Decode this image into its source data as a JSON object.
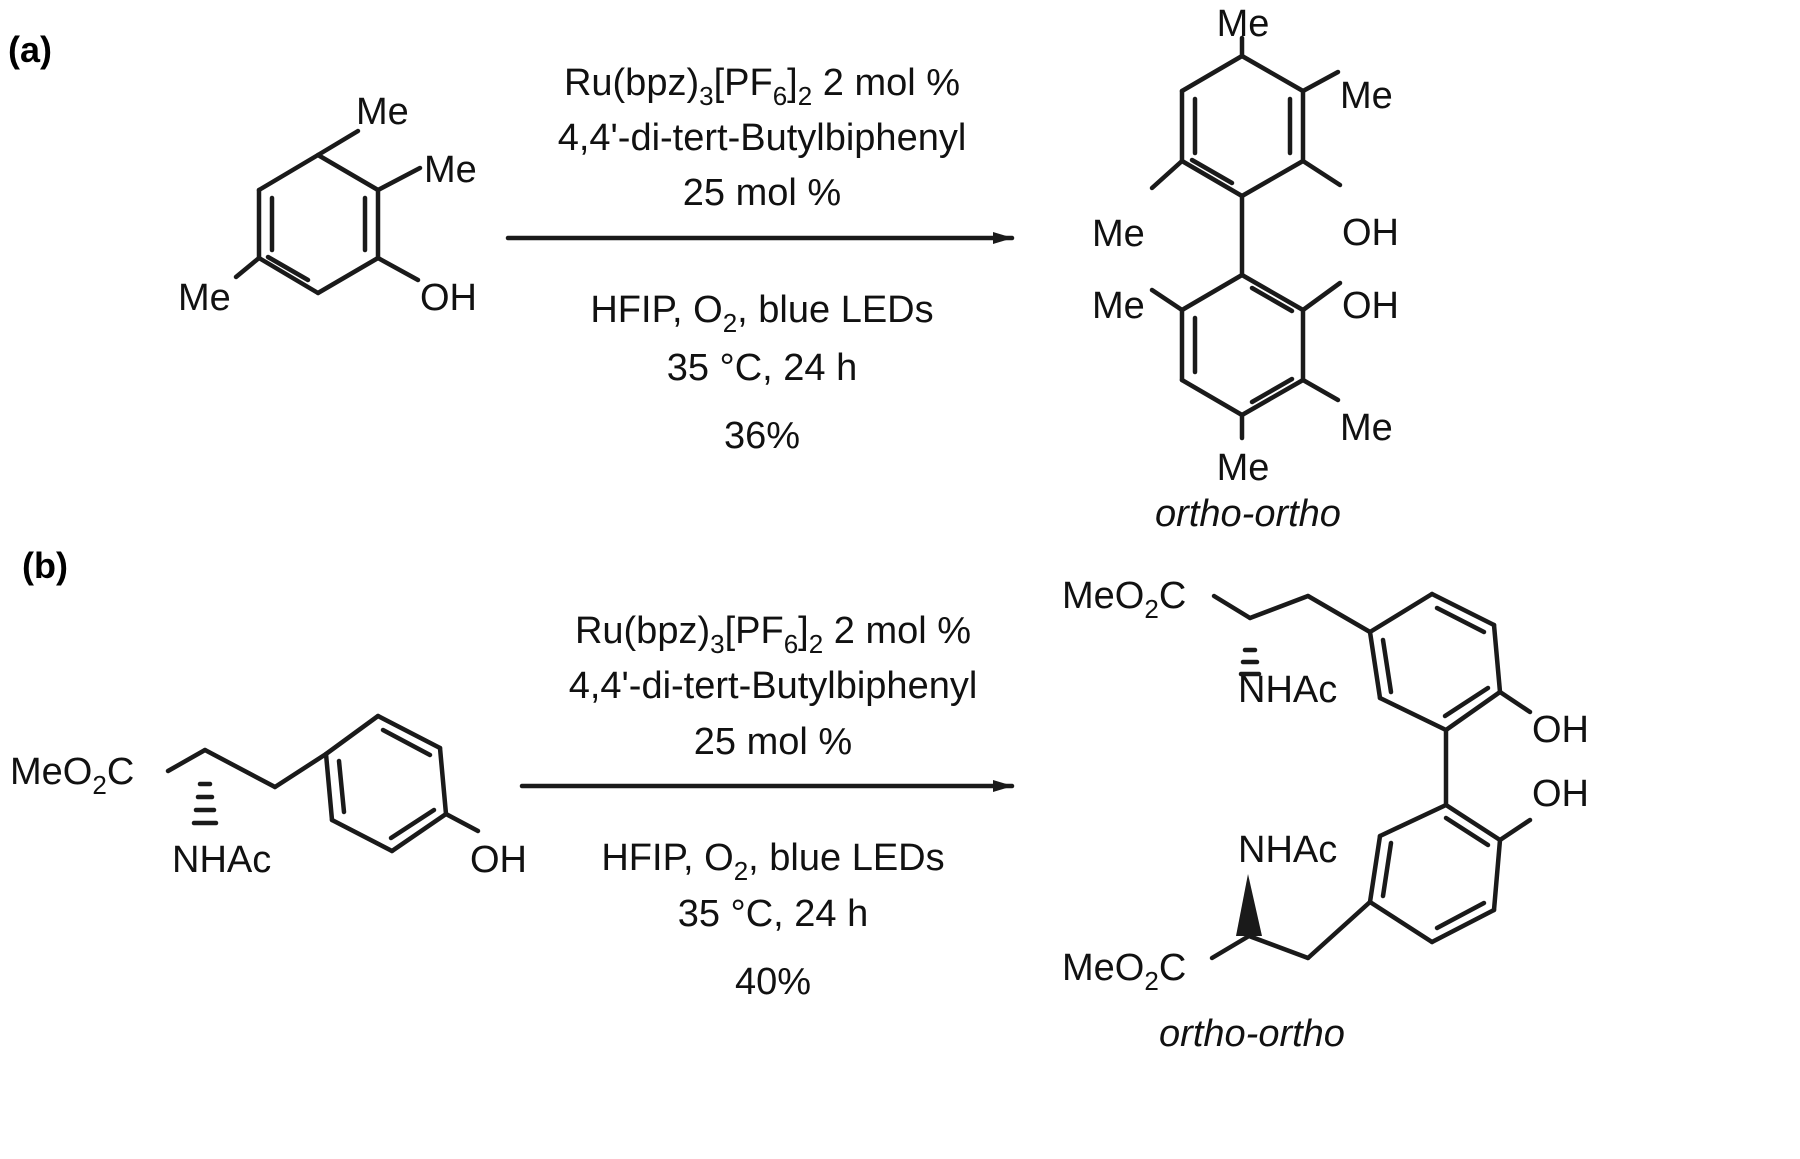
{
  "panel_a": {
    "label": "(a)",
    "reactant": {
      "me1": "Me",
      "me2": "Me",
      "me3": "Me",
      "oh": "OH"
    },
    "conditions": {
      "catalyst_base": "Ru(bpz)",
      "catalyst_sub1": "3",
      "catalyst_mid": "[PF",
      "catalyst_sub2": "6",
      "catalyst_end1": "]",
      "catalyst_sub3": "2",
      "catalyst_tail": " 2 mol %",
      "additive": "4,4'-di-tert-Butylbiphenyl",
      "additive_loading": "25 mol %",
      "solvent_pre": "HFIP, O",
      "solvent_sub": "2",
      "solvent_post": ", blue LEDs",
      "temp_time": "35 °C, 24 h",
      "yield": "36%"
    },
    "product": {
      "me_top": "Me",
      "me_r1": "Me",
      "me_l1": "Me",
      "oh1": "OH",
      "me_l2": "Me",
      "oh2": "OH",
      "me_r2": "Me",
      "me_bottom": "Me",
      "selectivity": "ortho-ortho"
    }
  },
  "panel_b": {
    "label": "(b)",
    "reactant": {
      "ester_pre": "MeO",
      "ester_sub": "2",
      "ester_post": "C",
      "nhac": "NHAc",
      "oh": "OH"
    },
    "conditions": {
      "catalyst_base": "Ru(bpz)",
      "catalyst_sub1": "3",
      "catalyst_mid": "[PF",
      "catalyst_sub2": "6",
      "catalyst_end1": "]",
      "catalyst_sub3": "2",
      "catalyst_tail": " 2 mol %",
      "additive": "4,4'-di-tert-Butylbiphenyl",
      "additive_loading": "25 mol %",
      "solvent_pre": "HFIP, O",
      "solvent_sub": "2",
      "solvent_post": ", blue LEDs",
      "temp_time": "35 °C, 24 h",
      "yield": "40%"
    },
    "product": {
      "ester1_pre": "MeO",
      "ester1_sub": "2",
      "ester1_post": "C",
      "nhac1": "NHAc",
      "oh1": "OH",
      "oh2": "OH",
      "nhac2": "NHAc",
      "ester2_pre": "MeO",
      "ester2_sub": "2",
      "ester2_post": "C",
      "selectivity": "ortho-ortho"
    }
  }
}
